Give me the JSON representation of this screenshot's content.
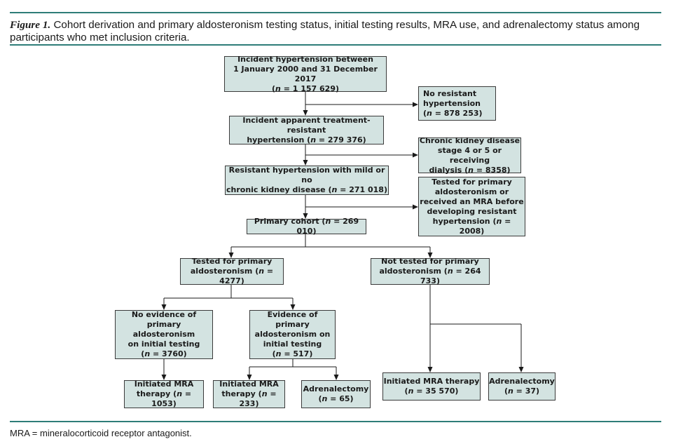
{
  "caption": {
    "label": "Figure 1.",
    "text": "Cohort derivation and primary aldosteronism testing status, initial testing results, MRA use, and adrenalectomy status among participants who met inclusion criteria."
  },
  "footnote": "MRA = mineralocorticoid receptor antagonist.",
  "colors": {
    "rule": "#2e7d78",
    "box_fill": "#d3e3e1",
    "box_border": "#3a3a3a"
  },
  "boxes": {
    "incident": {
      "lines": [
        "Incident hypertension between",
        "1 January 2000 and 31 December 2017"
      ],
      "count": "(n = 1 157 629)"
    },
    "no_resistant": {
      "lines": [
        "No resistant",
        "hypertension"
      ],
      "count": "(n = 878 253)"
    },
    "apparent": {
      "lines": [
        "Incident apparent treatment-resistant"
      ],
      "last": "hypertension (n = 279 376)"
    },
    "ckd": {
      "lines": [
        "Chronic kidney disease",
        "stage 4 or 5 or receiving"
      ],
      "last": "dialysis (n = 8358)"
    },
    "mild_ckd": {
      "lines": [
        "Resistant hypertension with mild or no"
      ],
      "last": "chronic kidney disease (n = 271 018)"
    },
    "prior_test": {
      "lines": [
        "Tested for primary",
        "aldosteronism or",
        "received an MRA before",
        "developing resistant"
      ],
      "last": "hypertension (n = 2008)"
    },
    "primary_cohort": {
      "lines": [],
      "last": "Primary cohort (n = 269 010)"
    },
    "tested": {
      "lines": [
        "Tested for primary"
      ],
      "last": "aldosteronism (n = 4277)"
    },
    "not_tested": {
      "lines": [
        "Not tested for primary"
      ],
      "last": "aldosteronism (n = 264 733)"
    },
    "no_evidence": {
      "lines": [
        "No evidence of",
        "primary aldosteronism",
        "on initial testing"
      ],
      "count": "(n = 3760)"
    },
    "evidence": {
      "lines": [
        "Evidence of primary",
        "aldosteronism on",
        "initial testing"
      ],
      "count": "(n = 517)"
    },
    "mra_1053": {
      "lines": [
        "Initiated MRA"
      ],
      "last": "therapy (n = 1053)"
    },
    "mra_233": {
      "lines": [
        "Initiated MRA"
      ],
      "last": "therapy (n = 233)"
    },
    "adr_65": {
      "lines": [
        "Adrenalectomy"
      ],
      "count": "(n = 65)"
    },
    "mra_35570": {
      "lines": [
        "Initiated MRA therapy"
      ],
      "count": "(n = 35 570)"
    },
    "adr_37": {
      "lines": [
        "Adrenalectomy"
      ],
      "count": "(n = 37)"
    }
  }
}
